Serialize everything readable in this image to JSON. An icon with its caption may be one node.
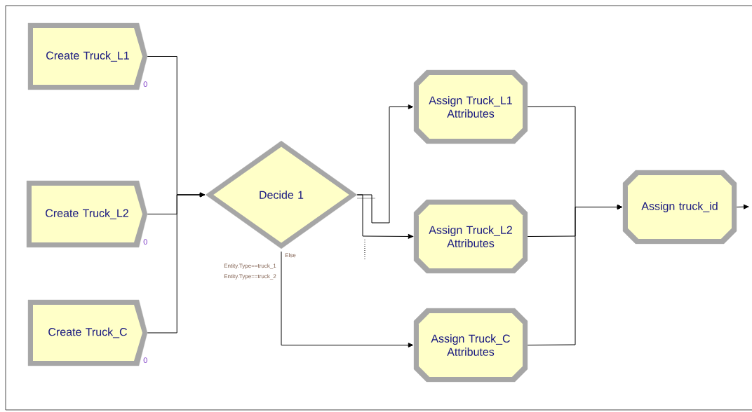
{
  "diagram": {
    "nodes": [
      {
        "text": [
          "Create Truck_L1"
        ],
        "beside": [
          "0"
        ]
      },
      {
        "text": [
          "Create Truck_L2"
        ],
        "beside": [
          "0"
        ]
      },
      {
        "text": [
          "Create Truck_C"
        ],
        "beside": [
          "0"
        ]
      },
      {
        "text": [
          "Decide 1"
        ]
      },
      {
        "text": [
          "Assign Truck_L1 Attributes"
        ]
      },
      {
        "text": [
          "Assign Truck_L2 Attributes"
        ]
      },
      {
        "text": [
          "Assign Truck_C Attributes"
        ]
      },
      {
        "text": [
          "Assign truck_id"
        ]
      }
    ],
    "edges": [
      {
        "from": 0,
        "to": 3,
        "arrow": "to"
      },
      {
        "from": 1,
        "to": 3,
        "arrow": "to"
      },
      {
        "from": 2,
        "to": 3,
        "arrow": "to"
      },
      {
        "from": 3,
        "to": 4,
        "arrow": "to"
      },
      {
        "from": 3,
        "to": 5,
        "arrow": "to"
      },
      {
        "from": 3,
        "to": 6,
        "arrow": "to",
        "label": "Else"
      },
      {
        "from": 4,
        "to": 7,
        "arrow": "to"
      },
      {
        "from": 5,
        "to": 7,
        "arrow": "to"
      },
      {
        "from": 6,
        "to": 7,
        "arrow": "to"
      },
      {
        "from": 7,
        "to": null,
        "arrow": "to"
      }
    ],
    "labels": [
      "Entity.Type==truck_1",
      "Entity.Type==truck_2"
    ]
  }
}
